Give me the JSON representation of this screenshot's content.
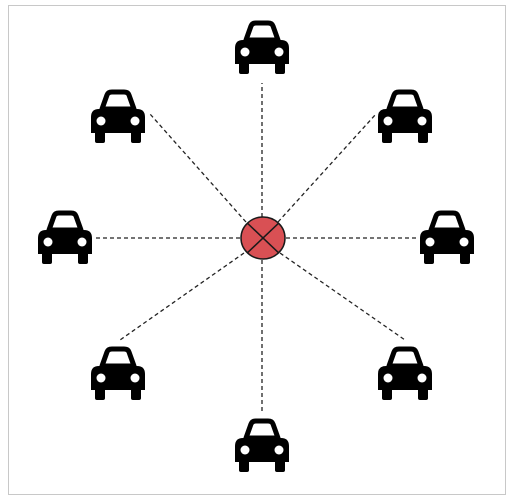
{
  "diagram": {
    "colors": {
      "center_fill": "#d95054",
      "center_stroke": "#1a1a1a",
      "line": "#222222",
      "car": "#000000",
      "frame_border": "#c8c8c8"
    },
    "center": {
      "icon": "x-mark-circle-icon"
    },
    "vehicles": [
      {
        "icon": "car-icon",
        "direction": "north"
      },
      {
        "icon": "car-icon",
        "direction": "north-east"
      },
      {
        "icon": "car-icon",
        "direction": "east"
      },
      {
        "icon": "car-icon",
        "direction": "south-east"
      },
      {
        "icon": "car-icon",
        "direction": "south"
      },
      {
        "icon": "car-icon",
        "direction": "south-west"
      },
      {
        "icon": "car-icon",
        "direction": "west"
      },
      {
        "icon": "car-icon",
        "direction": "north-west"
      }
    ]
  }
}
